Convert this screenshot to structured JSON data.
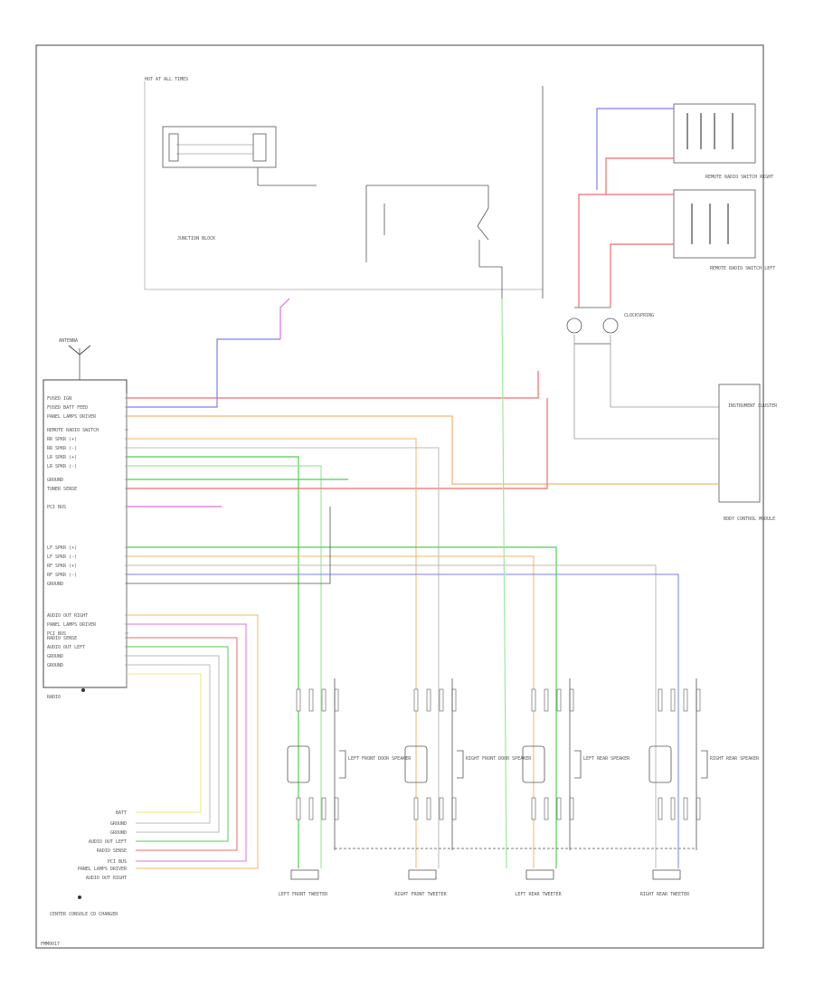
{
  "diagram": {
    "footer_code": "FMM0017",
    "radio_label": "RADIO",
    "radio_pins": [
      "FUSED IGN",
      "FUSED BATT FEED",
      "PANEL LAMPS DRIVER",
      "REMOTE RADIO SWITCH",
      "RR SPKR (+)",
      "RR SPKR (-)",
      "LR SPKR (+)",
      "LR SPKR (-)",
      "GROUND",
      "TUNER SENSE",
      "PCI BUS",
      "LF SPKR (+)",
      "LF SPKR (-)",
      "RF SPKR (+)",
      "RF SPKR (-)",
      "GROUND",
      "AUDIO OUT RIGHT",
      "PANEL LAMPS DRIVER",
      "PCI BUS",
      "RADIO SENSE",
      "AUDIO OUT LEFT",
      "GROUND",
      "GROUND"
    ],
    "changer_label": "CENTER CONSOLE CD CHANGER",
    "changer_pins": [
      "BATT",
      "GROUND",
      "GROUND",
      "AUDIO OUT LEFT",
      "RADIO SENSE",
      "PCI BUS",
      "PANEL LAMPS DRIVER",
      "AUDIO OUT RIGHT"
    ],
    "hot_label": "HOT AT ALL TIMES",
    "speakers": [
      "LEFT FRONT DOOR SPEAKER",
      "RIGHT FRONT DOOR SPEAKER",
      "LEFT REAR SPEAKER",
      "RIGHT REAR SPEAKER"
    ],
    "tweeters": [
      "LEFT FRONT TWEETER",
      "RIGHT FRONT TWEETER",
      "LEFT REAR TWEETER",
      "RIGHT REAR TWEETER"
    ],
    "steering_switch_label": "REMOTE RADIO SWITCH LEFT",
    "right_switch_label": "REMOTE RADIO SWITCH RIGHT",
    "clockspring_label": "CLOCKSPRING",
    "instrument_cluster_label": "INSTRUMENT CLUSTER",
    "body_control_label": "BODY CONTROL MODULE",
    "fuse_block_label": "JUNCTION BLOCK",
    "antenna_label": "ANTENNA"
  },
  "colors": {
    "red": "#f26a6a",
    "orange": "#f5b46a",
    "green": "#4fd14f",
    "light_green": "#9fe89f",
    "blue": "#7a7ff5",
    "magenta": "#e070e0",
    "yellow": "#e8e87a",
    "teal": "#6fd6d6",
    "gray": "#bbbbbb",
    "line": "#555555"
  }
}
